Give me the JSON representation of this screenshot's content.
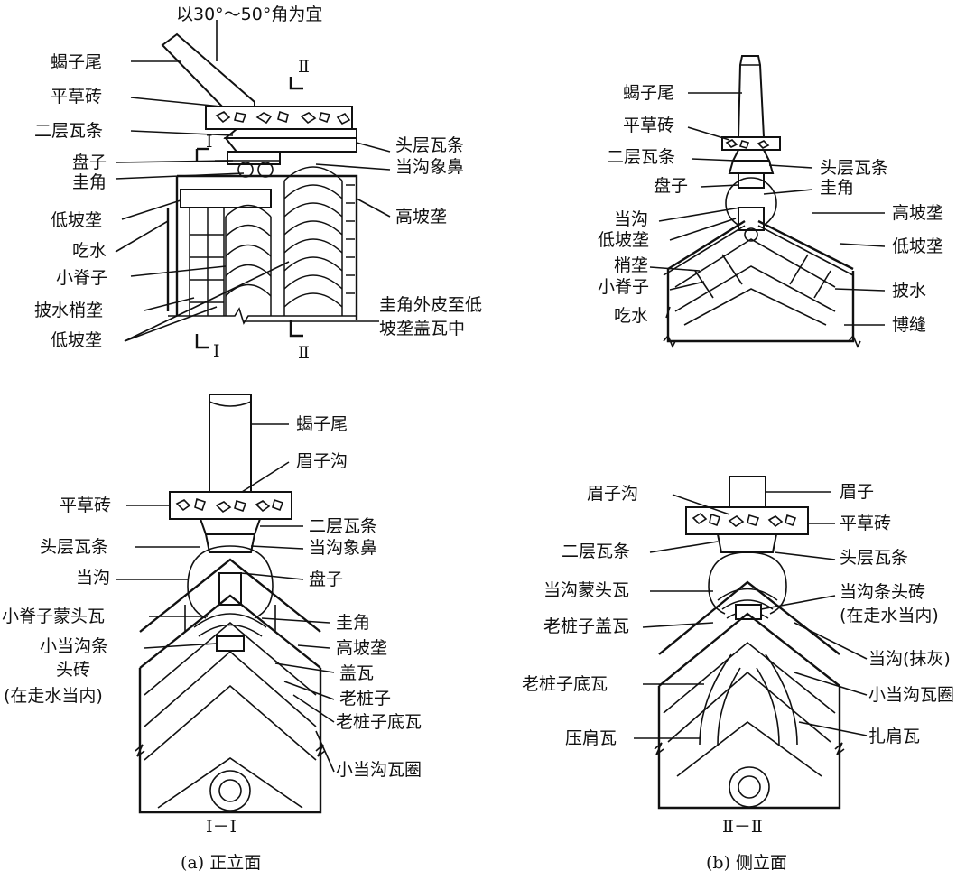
{
  "top_note": "以30°～50°角为宜",
  "panels": {
    "front_elevation": {
      "labels_left": [
        "蝎子尾",
        "平草砖",
        "二层瓦条",
        "盘子",
        "圭角",
        "低坡垄",
        "吃水",
        "小脊子",
        "披水梢垄",
        "低坡垄"
      ],
      "labels_right": [
        "头层瓦条",
        "当沟象鼻",
        "高坡垄",
        "圭角外皮至低",
        "坡垄盖瓦中"
      ],
      "section_marks": [
        "Ⅰ",
        "Ⅰ",
        "Ⅱ",
        "Ⅱ"
      ]
    },
    "side_elevation": {
      "labels_left": [
        "蝎子尾",
        "平草砖",
        "二层瓦条",
        "盘子",
        "当沟",
        "低坡垄",
        "梢垄",
        "小脊子",
        "吃水"
      ],
      "labels_right": [
        "头层瓦条",
        "圭角",
        "高坡垄",
        "低坡垄",
        "披水",
        "博缝"
      ]
    },
    "section_1": {
      "labels_left": [
        "平草砖",
        "头层瓦条",
        "当沟",
        "小脊子蒙头瓦",
        "小当沟条",
        "头砖",
        "(在走水当内)"
      ],
      "labels_right": [
        "蝎子尾",
        "眉子沟",
        "二层瓦条",
        "当沟象鼻",
        "盘子",
        "圭角",
        "高坡垄",
        "盖瓦",
        "老桩子",
        "老桩子底瓦",
        "小当沟瓦圈"
      ],
      "title": "Ⅰ－Ⅰ"
    },
    "section_2": {
      "labels_left": [
        "眉子沟",
        "二层瓦条",
        "当沟蒙头瓦",
        "老桩子盖瓦",
        "老桩子底瓦",
        "压肩瓦"
      ],
      "labels_right": [
        "眉子",
        "平草砖",
        "头层瓦条",
        "当沟条头砖",
        "(在走水当内)",
        "当沟(抹灰)",
        "小当沟瓦圈",
        "扎肩瓦"
      ],
      "title": "Ⅱ－Ⅱ"
    }
  },
  "captions": [
    "(a) 正立面",
    "(b) 侧立面"
  ]
}
